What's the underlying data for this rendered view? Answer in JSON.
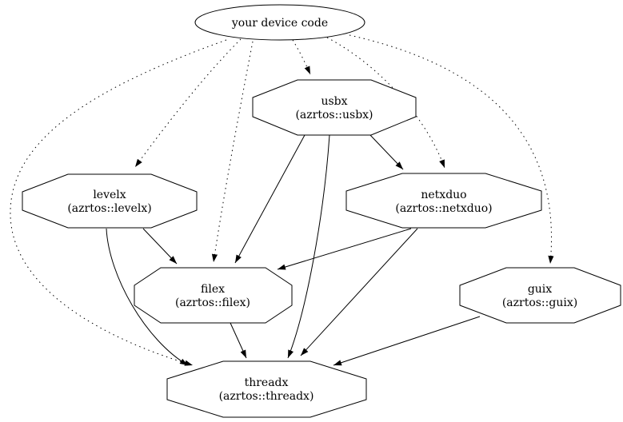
{
  "diagram": {
    "type": "dependency-graph",
    "background_color": "#ffffff",
    "line_color": "#000000",
    "text_color": "#000000",
    "nodes": {
      "device": {
        "label": "your device code",
        "shape": "ellipse"
      },
      "usbx": {
        "label": "usbx",
        "sublabel": "(azrtos::usbx)",
        "shape": "octagon"
      },
      "levelx": {
        "label": "levelx",
        "sublabel": "(azrtos::levelx)",
        "shape": "octagon"
      },
      "netxduo": {
        "label": "netxduo",
        "sublabel": "(azrtos::netxduo)",
        "shape": "octagon"
      },
      "filex": {
        "label": "filex",
        "sublabel": "(azrtos::filex)",
        "shape": "octagon"
      },
      "guix": {
        "label": "guix",
        "sublabel": "(azrtos::guix)",
        "shape": "octagon"
      },
      "threadx": {
        "label": "threadx",
        "sublabel": "(azrtos::threadx)",
        "shape": "octagon"
      }
    },
    "edges": [
      {
        "from": "device",
        "to": "usbx",
        "style": "dotted"
      },
      {
        "from": "device",
        "to": "levelx",
        "style": "dotted"
      },
      {
        "from": "device",
        "to": "netxduo",
        "style": "dotted"
      },
      {
        "from": "device",
        "to": "filex",
        "style": "dotted"
      },
      {
        "from": "device",
        "to": "guix",
        "style": "dotted"
      },
      {
        "from": "device",
        "to": "threadx",
        "style": "dotted"
      },
      {
        "from": "usbx",
        "to": "netxduo",
        "style": "solid"
      },
      {
        "from": "usbx",
        "to": "filex",
        "style": "solid"
      },
      {
        "from": "usbx",
        "to": "threadx",
        "style": "solid"
      },
      {
        "from": "levelx",
        "to": "filex",
        "style": "solid"
      },
      {
        "from": "levelx",
        "to": "threadx",
        "style": "solid"
      },
      {
        "from": "netxduo",
        "to": "filex",
        "style": "solid"
      },
      {
        "from": "netxduo",
        "to": "threadx",
        "style": "solid"
      },
      {
        "from": "filex",
        "to": "threadx",
        "style": "solid"
      },
      {
        "from": "guix",
        "to": "threadx",
        "style": "solid"
      }
    ]
  }
}
